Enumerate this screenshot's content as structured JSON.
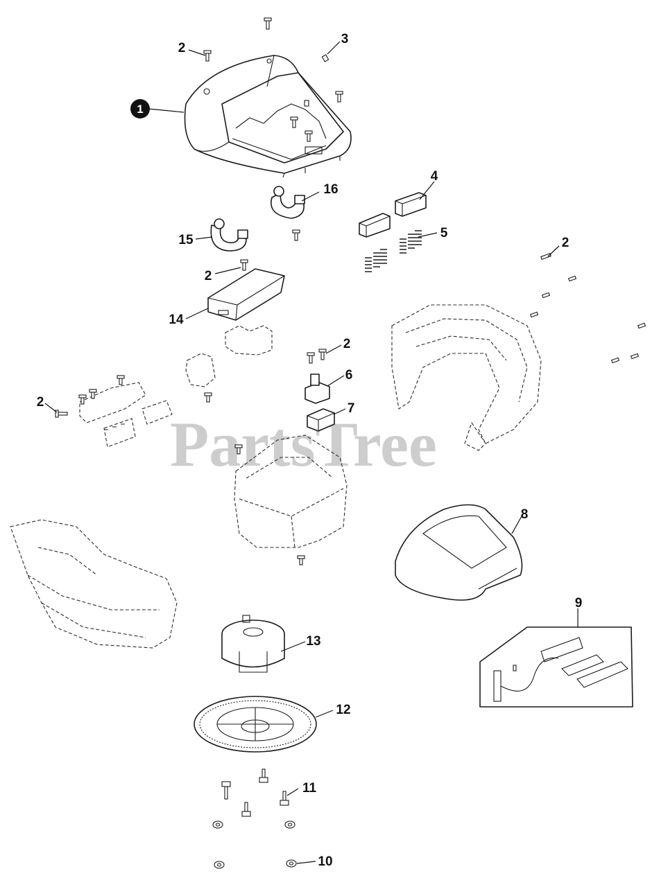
{
  "watermark": "PartsTree",
  "callouts": [
    {
      "id": "p1",
      "label": "1"
    },
    {
      "id": "p2a",
      "label": "2"
    },
    {
      "id": "p3",
      "label": "3"
    },
    {
      "id": "p16",
      "label": "16"
    },
    {
      "id": "p4",
      "label": "4"
    },
    {
      "id": "p5",
      "label": "5"
    },
    {
      "id": "p15",
      "label": "15"
    },
    {
      "id": "p2b",
      "label": "2"
    },
    {
      "id": "p2c",
      "label": "2"
    },
    {
      "id": "p14",
      "label": "14"
    },
    {
      "id": "p2d",
      "label": "2"
    },
    {
      "id": "p6",
      "label": "6"
    },
    {
      "id": "p7",
      "label": "7"
    },
    {
      "id": "p2e",
      "label": "2"
    },
    {
      "id": "p8",
      "label": "8"
    },
    {
      "id": "p9",
      "label": "9"
    },
    {
      "id": "p13",
      "label": "13"
    },
    {
      "id": "p12",
      "label": "12"
    },
    {
      "id": "p11",
      "label": "11"
    },
    {
      "id": "p10",
      "label": "10"
    }
  ],
  "colors": {
    "line": "#1a1a1a",
    "watermark": "#bdbdbd",
    "background": "#ffffff"
  }
}
